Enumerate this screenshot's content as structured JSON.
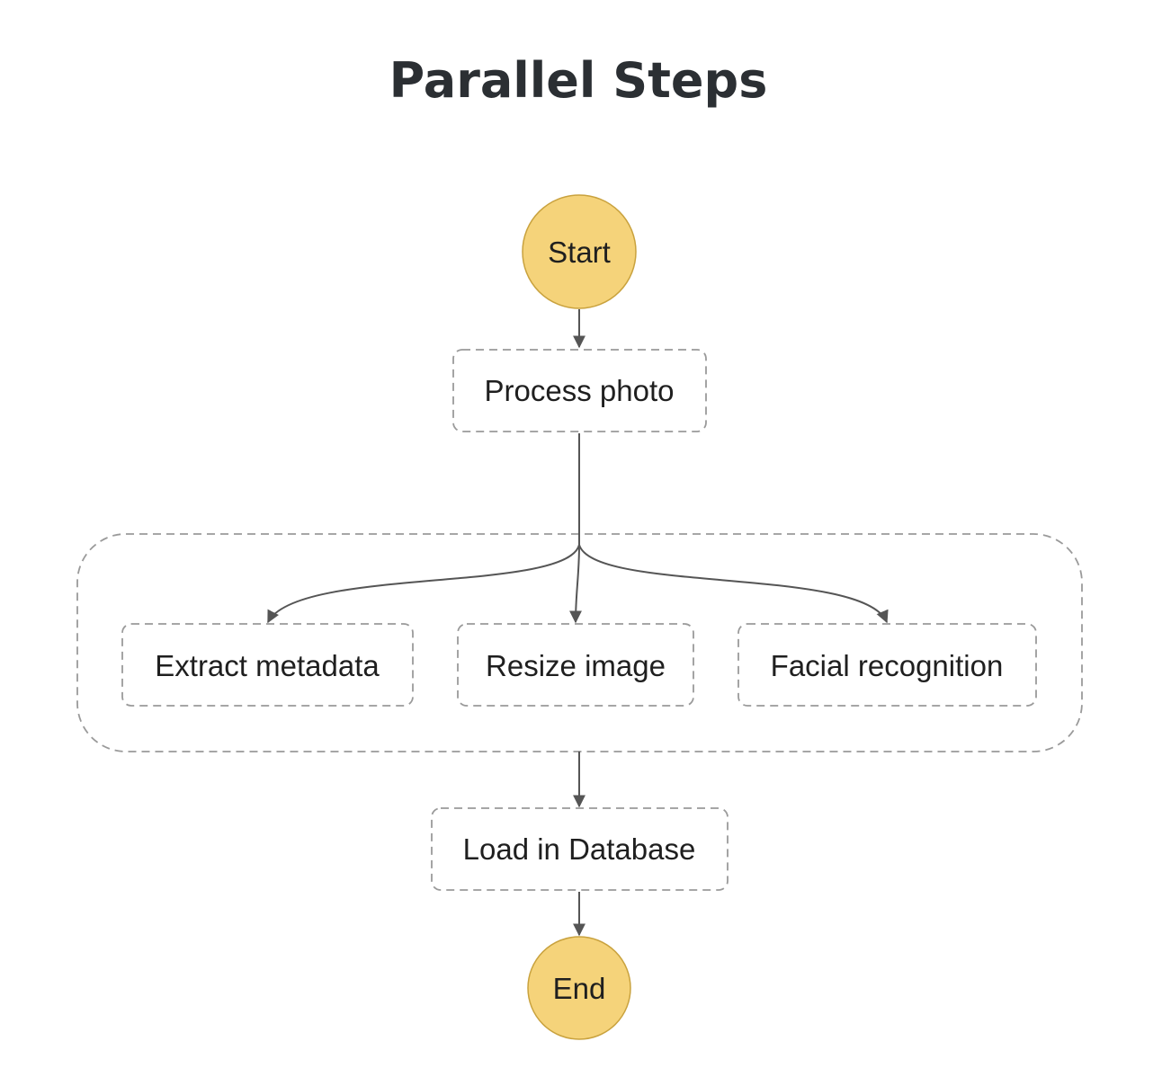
{
  "title": "Parallel Steps",
  "colors": {
    "terminal_fill": "#f5d37a",
    "terminal_stroke": "#c9a23e",
    "box_stroke": "#9a9a9a",
    "edge": "#555555",
    "text": "#1f1f1f",
    "title": "#2b2f33"
  },
  "nodes": {
    "start": "Start",
    "process_photo": "Process photo",
    "extract_metadata": "Extract metadata",
    "resize_image": "Resize image",
    "facial_recognition": "Facial recognition",
    "load_in_database": "Load in Database",
    "end": "End"
  }
}
